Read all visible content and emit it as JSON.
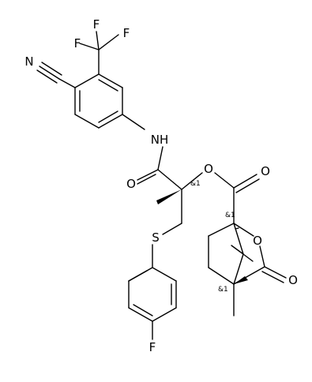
{
  "molecule": {
    "atoms": {
      "F1": "F",
      "F2": "F",
      "F3": "F",
      "N_nitrile": "N",
      "NH": "NH",
      "O_amide": "O",
      "O_ester": "O",
      "O_ester_carbonyl": "O",
      "S": "S",
      "F_aryl": "F",
      "O_lactone_ring": "O",
      "O_lactone_carbonyl": "O"
    },
    "stereo_labels": {
      "quaternary_center": "&1",
      "bridgehead_top": "&1",
      "bridgehead_bottom": "&1"
    }
  }
}
